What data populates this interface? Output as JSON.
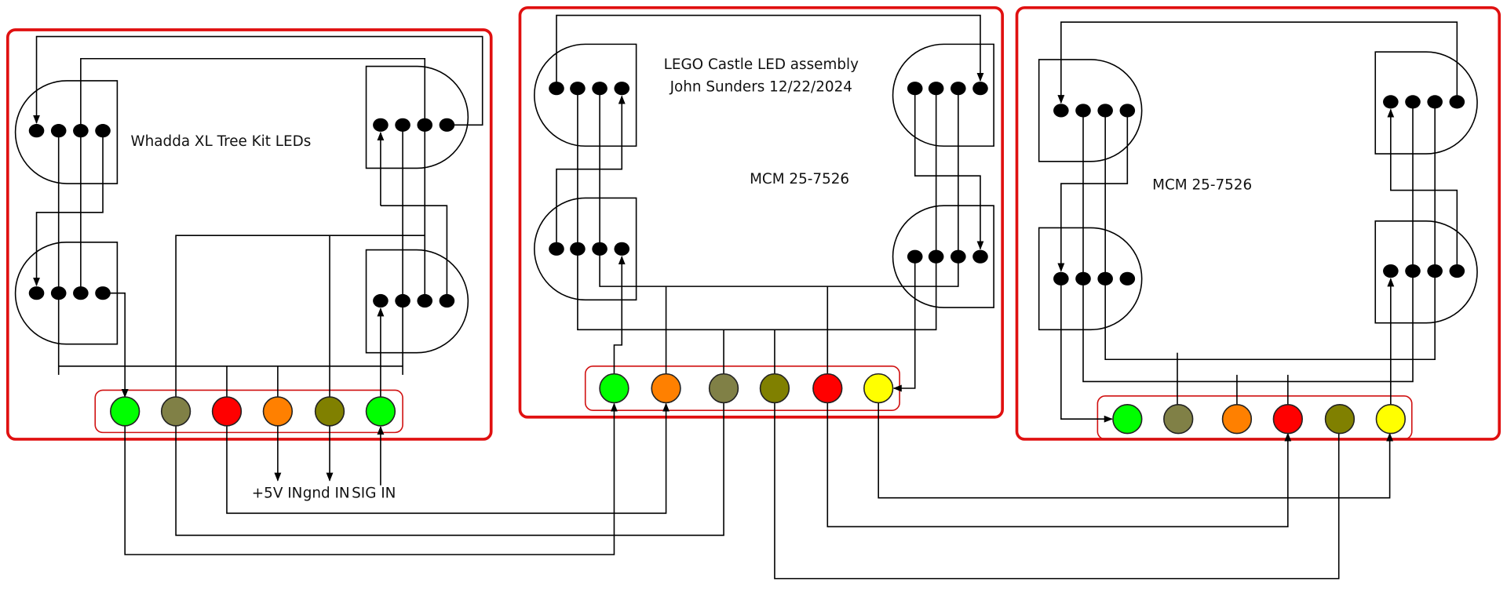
{
  "colors": {
    "panel_border": "#e01010",
    "wire": "#000000",
    "led_green": "#00ff00",
    "led_olive_light": "#808046",
    "led_red": "#ff0000",
    "led_orange": "#ff8000",
    "led_olive": "#808000",
    "led_yellow": "#ffff00"
  },
  "panels": [
    {
      "title": "Whadda XL Tree Kit LEDs",
      "connector_leds": [
        "led_green",
        "led_olive_light",
        "led_red",
        "led_orange",
        "led_olive",
        "led_green"
      ],
      "inputs": {
        "plus5v": "+5V IN",
        "gnd": "gnd IN",
        "sig": "SIG IN"
      }
    },
    {
      "title_line1": "LEGO Castle LED assembly",
      "title_line2": "John Sunders 12/22/2024",
      "part_number": "MCM 25-7526",
      "connector_leds": [
        "led_green",
        "led_orange",
        "led_olive_light",
        "led_olive",
        "led_red",
        "led_yellow"
      ]
    },
    {
      "part_number": "MCM 25-7526",
      "connector_leds": [
        "led_green",
        "led_olive_light",
        "led_orange",
        "led_red",
        "led_olive",
        "led_yellow"
      ]
    }
  ]
}
